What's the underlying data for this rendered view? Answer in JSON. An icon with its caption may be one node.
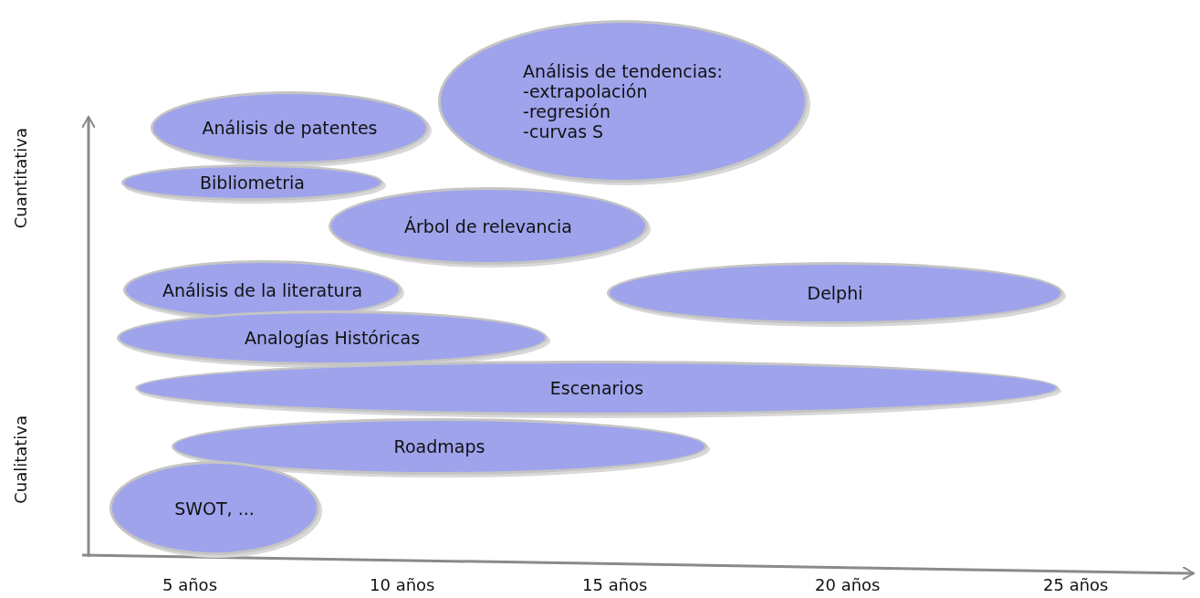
{
  "diagram": {
    "nodes": [
      {
        "text": [
          "Análisis de  patentes"
        ]
      },
      {
        "text": [
          "Bibliometria"
        ]
      },
      {
        "text": [
          "Análisis de tendencias:",
          "-extrapolación",
          "-regresión",
          "-curvas S"
        ]
      },
      {
        "text": [
          "Árbol de relevancia"
        ]
      },
      {
        "text": [
          "Análisis de la literatura"
        ]
      },
      {
        "text": [
          "Delphi"
        ]
      },
      {
        "text": [
          "Analogías Históricas"
        ]
      },
      {
        "text": [
          "Escenarios"
        ]
      },
      {
        "text": [
          "Roadmaps"
        ]
      },
      {
        "text": [
          "SWOT, ..."
        ]
      }
    ],
    "edges": [],
    "labels": [
      "Cuantitativa",
      "Cualitativa",
      "5 años",
      "10 años",
      "15 años",
      "20 años",
      "25 años"
    ]
  }
}
